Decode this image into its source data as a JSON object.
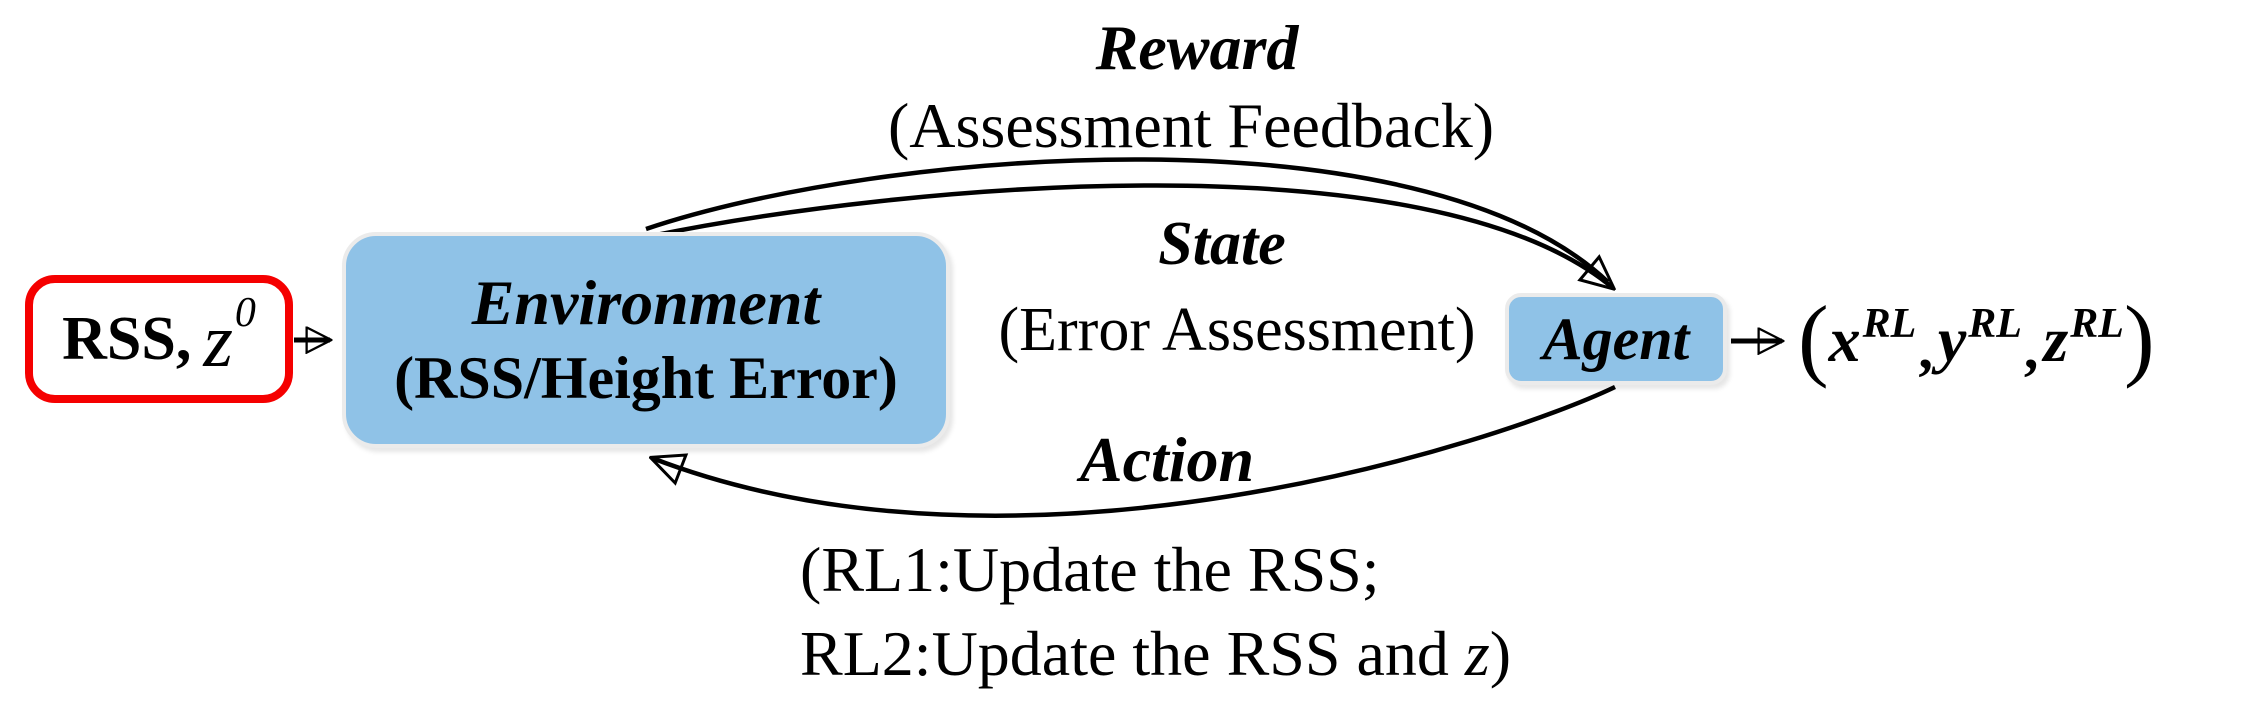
{
  "colors": {
    "background": "#FFFFFF",
    "text": "#000000",
    "arrow": "#000000",
    "box_fill": "#8FC2E7",
    "box_border": "#EBEBEB",
    "highlight_border": "#F50000"
  },
  "input_box": {
    "label_main": "RSS,",
    "label_var": "z",
    "label_sup": "0"
  },
  "environment_box": {
    "title": "Environment",
    "subtitle": "(RSS/Height Error)"
  },
  "agent_box": {
    "title": "Agent"
  },
  "flows": {
    "reward": {
      "title": "Reward",
      "subtitle": "(Assessment Feedback)"
    },
    "state": {
      "title": "State",
      "subtitle": "(Error Assessment)"
    },
    "action": {
      "title": "Action",
      "note_line1": "(RL1:Update the RSS;",
      "note_line2_prefix": "RL2:Update the RSS and ",
      "note_line2_var": "z",
      "note_line2_suffix": ")"
    }
  },
  "output_formula": {
    "open": "(",
    "terms": [
      {
        "base": "x",
        "sup": "RL"
      },
      {
        "base": "y",
        "sup": "RL"
      },
      {
        "base": "z",
        "sup": "RL"
      }
    ],
    "separator": ",",
    "close": ")"
  }
}
